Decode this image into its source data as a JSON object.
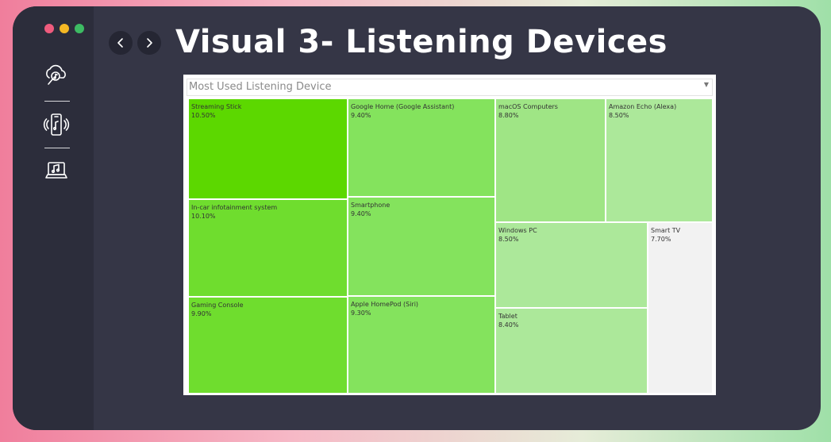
{
  "window": {
    "title": "Visual 3- Listening Devices"
  },
  "sidebar": {
    "icons": [
      "cloud-music-search-icon",
      "smartphone-music-icon",
      "laptop-music-icon"
    ]
  },
  "nav": {
    "back_icon": "chevron-left-icon",
    "forward_icon": "chevron-right-icon"
  },
  "panel": {
    "header": "Most Used Listening Device",
    "dropdown_icon": "caret-down-icon"
  },
  "colors": {
    "window_bg": "#353646",
    "sidebar_bg": "#2c2d3b",
    "tile_dark": "#5cd800",
    "tile_mid1": "#6fdd2e",
    "tile_mid2": "#84e35d",
    "tile_light1": "#9fe585",
    "tile_light2": "#ace89a",
    "tile_grey": "#f2f2f2"
  },
  "chart_data": {
    "type": "treemap",
    "title": "Most Used Listening Device",
    "items": [
      {
        "label": "Streaming Stick",
        "value_text": "10.50%",
        "value": 10.5
      },
      {
        "label": "In-car infotainment system",
        "value_text": "10.10%",
        "value": 10.1
      },
      {
        "label": "Gaming Console",
        "value_text": "9.90%",
        "value": 9.9
      },
      {
        "label": "Google Home (Google Assistant)",
        "value_text": "9.40%",
        "value": 9.4
      },
      {
        "label": "Smartphone",
        "value_text": "9.40%",
        "value": 9.4
      },
      {
        "label": "Apple HomePod (Siri)",
        "value_text": "9.30%",
        "value": 9.3
      },
      {
        "label": "macOS Computers",
        "value_text": "8.80%",
        "value": 8.8
      },
      {
        "label": "Amazon Echo (Alexa)",
        "value_text": "8.50%",
        "value": 8.5
      },
      {
        "label": "Windows PC",
        "value_text": "8.50%",
        "value": 8.5
      },
      {
        "label": "Smart TV",
        "value_text": "7.70%",
        "value": 7.7
      },
      {
        "label": "Tablet",
        "value_text": "8.40%",
        "value": 8.4
      }
    ]
  }
}
